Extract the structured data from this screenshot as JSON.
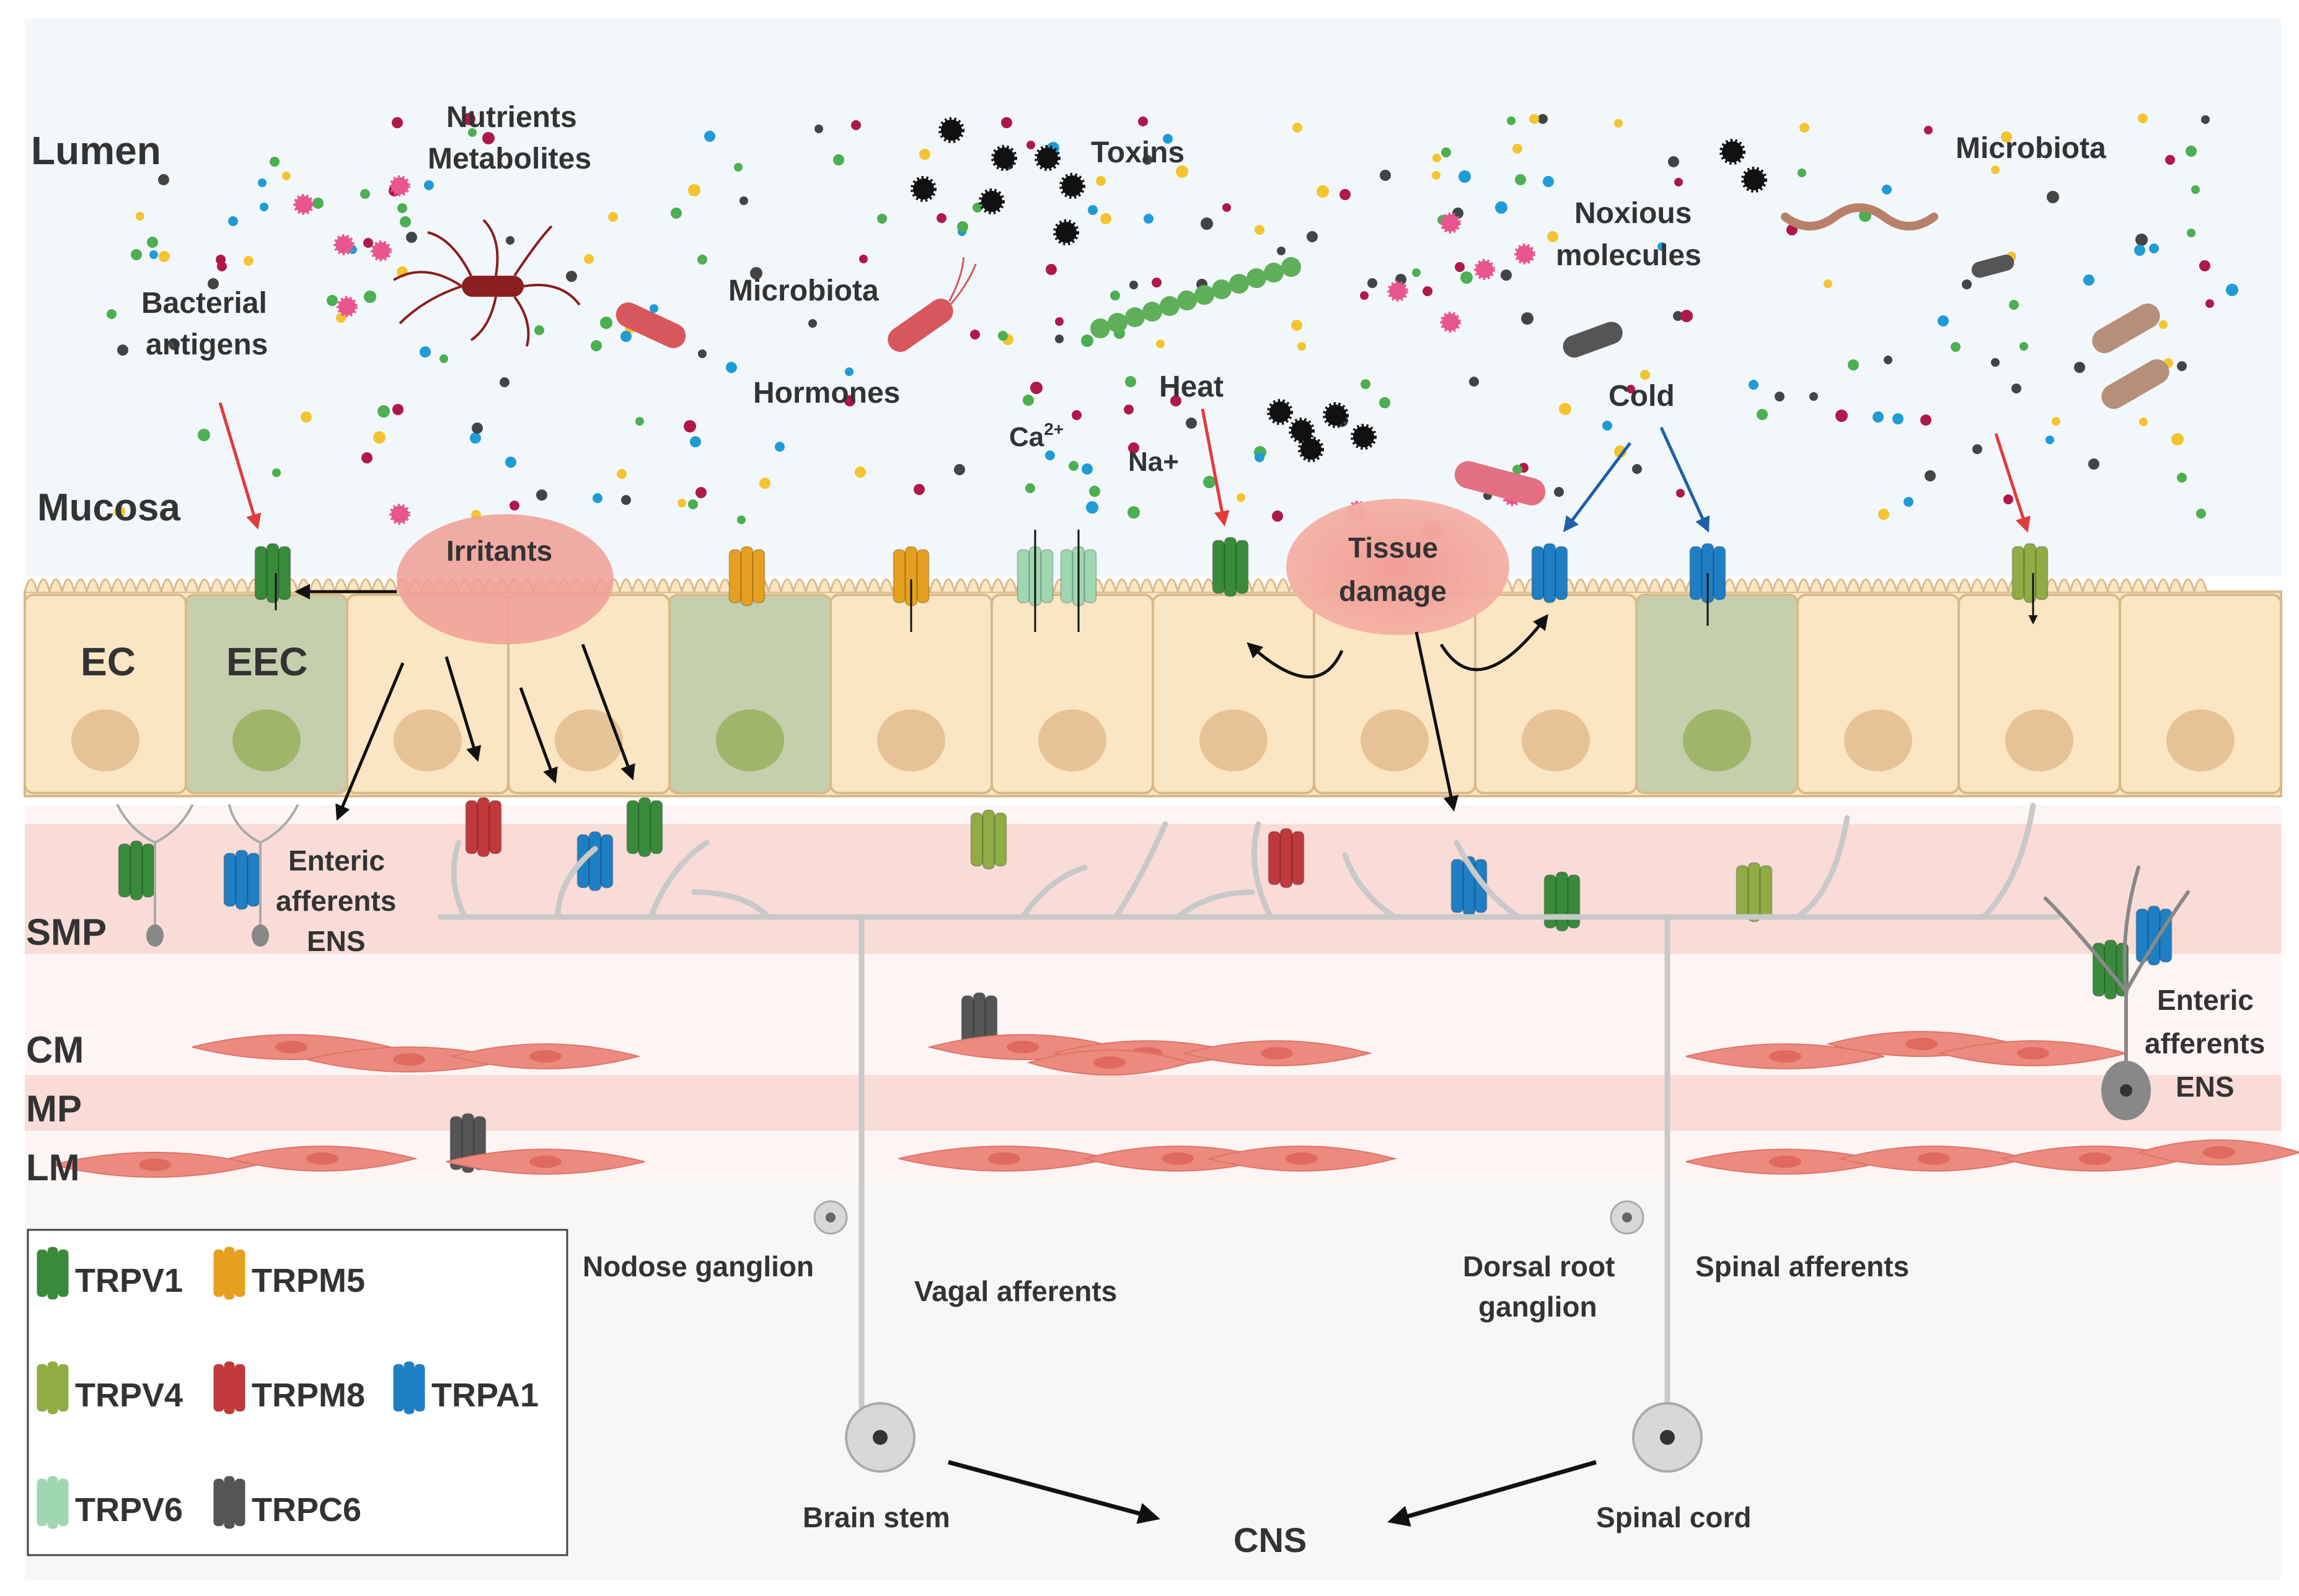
{
  "labels": {
    "lumen": "Lumen",
    "mucosa": "Mucosa",
    "ec": "EC",
    "eec": "EEC",
    "smp": "SMP",
    "cm": "CM",
    "mp": "MP",
    "lm": "LM",
    "nutrients": "Nutrients",
    "metabolites": "Metabolites",
    "toxins": "Toxins",
    "microbiota_top_right": "Microbiota",
    "microbiota_center": "Microbiota",
    "noxious_1": "Noxious",
    "noxious_2": "molecules",
    "bacterial_1": "Bacterial",
    "bacterial_2": "antigens",
    "hormones": "Hormones",
    "ca_base": "Ca",
    "ca_sup": "2+",
    "na": "Na+",
    "heat": "Heat",
    "cold": "Cold",
    "irritants": "Irritants",
    "tissue_1": "Tissue",
    "tissue_2": "damage",
    "enteric_left_1": "Enteric",
    "enteric_left_2": "afferents",
    "enteric_left_3": "ENS",
    "enteric_right_1": "Enteric",
    "enteric_right_2": "afferents",
    "enteric_right_3": "ENS",
    "nodose": "Nodose ganglion",
    "vagal": "Vagal afferents",
    "dorsal_1": "Dorsal root",
    "dorsal_2": "ganglion",
    "spinal_afferents": "Spinal afferents",
    "brain_stem": "Brain stem",
    "spinal_cord": "Spinal cord",
    "cns": "CNS"
  },
  "legend": [
    {
      "name": "TRPV1",
      "color": "#3a8a3c"
    },
    {
      "name": "TRPM5",
      "color": "#e6a020"
    },
    {
      "name": "TRPV4",
      "color": "#8fac45"
    },
    {
      "name": "TRPM8",
      "color": "#c0393b"
    },
    {
      "name": "TRPA1",
      "color": "#1f7fc4"
    },
    {
      "name": "TRPV6",
      "color": "#9fd8b0"
    },
    {
      "name": "TRPC6",
      "color": "#555555"
    }
  ],
  "colors": {
    "lumen_bg": "#f2f7fb",
    "cell_fill": "#fbe6c3",
    "cell_stroke": "#d9b98a",
    "eec_fill": "#c5cfae",
    "nucleus": "#e6c396",
    "eec_nucleus": "#9fb66a",
    "smp_band": "#f9dcd8",
    "muscle": "#ec8a7f",
    "nerve": "#cfcfcf"
  }
}
